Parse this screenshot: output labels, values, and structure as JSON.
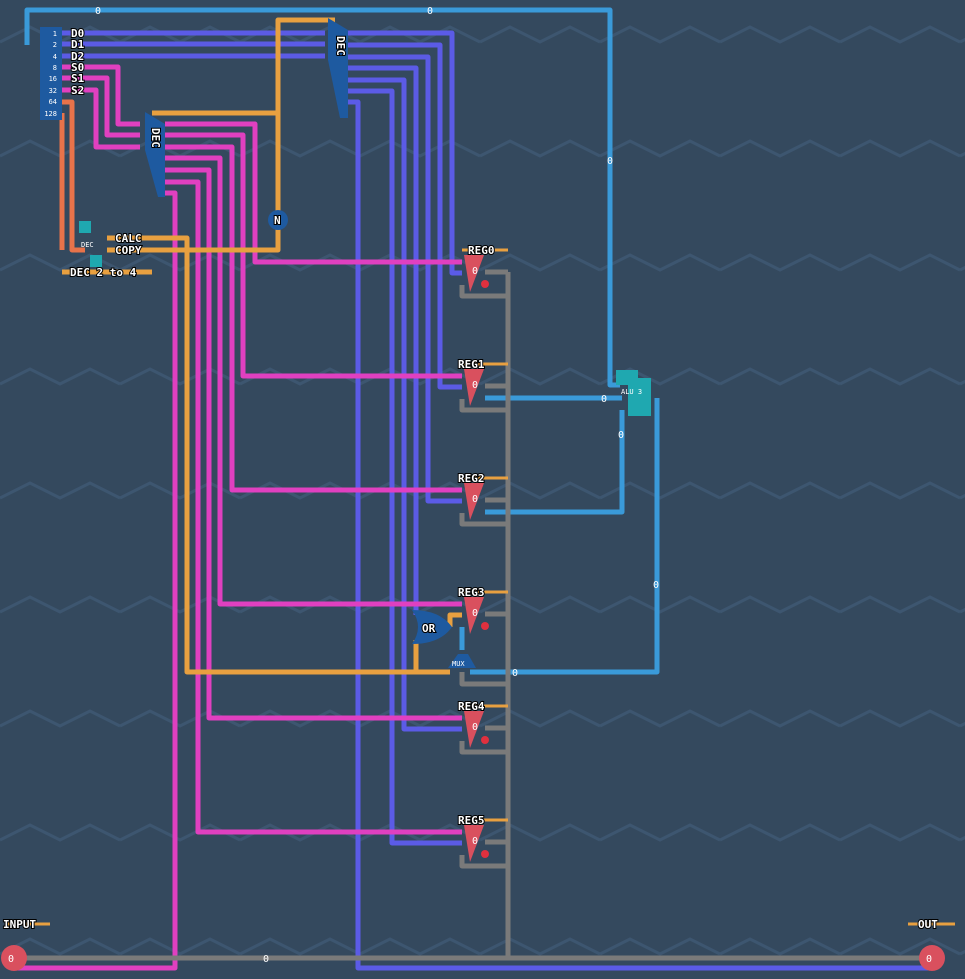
{
  "colors": {
    "background": "#34495e",
    "bus_blue": "#3a9ad9",
    "data_purple": "#5b5be6",
    "select_pink": "#e040c0",
    "control_orange": "#e8a040",
    "output_gray": "#7a7a7a",
    "register_red": "#d9505e",
    "component_blue": "#1e5aa0",
    "alu_teal": "#1fa8b0"
  },
  "splitter": {
    "bits": [
      "1",
      "2",
      "4",
      "8",
      "16",
      "32",
      "64",
      "128"
    ],
    "outputs": [
      "D0",
      "D1",
      "D2",
      "S0",
      "S1",
      "S2"
    ]
  },
  "decoders": {
    "top": "DEC",
    "middle": "DEC",
    "small": "DEC"
  },
  "labels": {
    "calc": "CALC",
    "copy": "COPY",
    "dec_note": "DEC 2 to 4",
    "not_gate": "N",
    "or_gate": "OR",
    "mux": "MUX",
    "alu": "ALU 3",
    "input": "INPUT",
    "output": "OUT"
  },
  "registers": [
    {
      "name": "REG0",
      "value": "0"
    },
    {
      "name": "REG1",
      "value": "0"
    },
    {
      "name": "REG2",
      "value": "0"
    },
    {
      "name": "REG3",
      "value": "0"
    },
    {
      "name": "REG4",
      "value": "0"
    },
    {
      "name": "REG5",
      "value": "0"
    }
  ],
  "wire_values": {
    "top_left": "0",
    "top_mid": "0",
    "right_vertical": "0",
    "alu_in": "0",
    "alu_in2": "0",
    "alu_out": "0",
    "mux_out": "0",
    "bottom_bus": "0"
  },
  "io": {
    "input_value": "0",
    "output_value": "0"
  }
}
